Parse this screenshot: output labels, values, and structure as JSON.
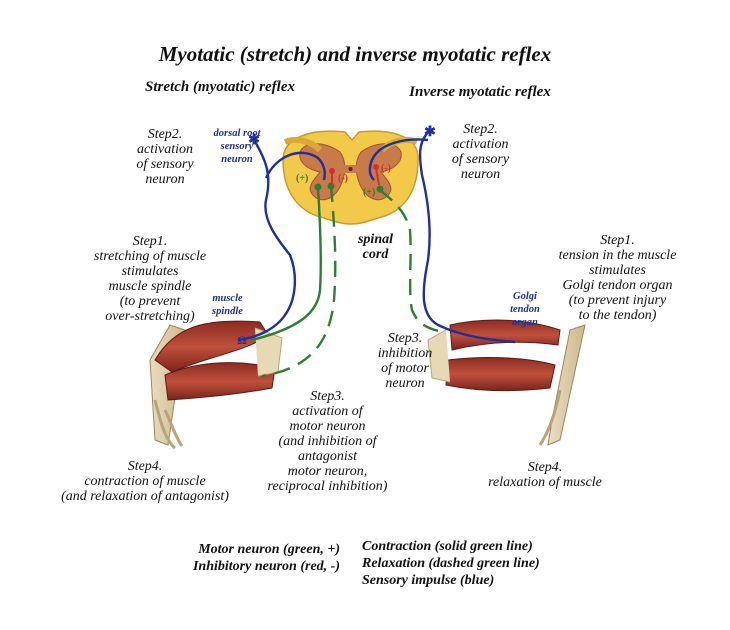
{
  "title": "Myotatic (stretch) and inverse myotatic reflex",
  "left_heading": "Stretch (myotatic) reflex",
  "right_heading": "Inverse myotatic reflex",
  "labels": {
    "dorsal_root": "dorsal root\nsensory\nneuron",
    "spinal_cord": "spinal\ncord",
    "muscle_spindle": "muscle\nspindle",
    "golgi": "Golgi\ntendon\norgan"
  },
  "left_steps": {
    "step2": "Step2.\nactivation\nof sensory\nneuron",
    "step1": "Step1.\nstretching of muscle\nstimulates\nmuscle spindle\n(to prevent\nover-stretching)",
    "step3": "Step3.\nactivation of\nmotor neuron\n(and inhibition of\nantagonist\nmotor neuron,\nreciprocal inhibition)",
    "step4": "Step4.\ncontraction of muscle\n(and relaxation of antagonist)"
  },
  "right_steps": {
    "step2": "Step2.\nactivation\nof sensory\nneuron",
    "step1": "Step1.\ntension in the muscle\nstimulates\nGolgi tendon organ\n(to prevent injury\nto the tendon)",
    "step3": "Step3.\ninhibition\nof motor\nneuron",
    "step4": "Step4.\nrelaxation  of muscle"
  },
  "synapse_signs": {
    "left_plus": "(+)",
    "left_minus": "(-)",
    "right_minus": "(-)",
    "right_plus": "(+)"
  },
  "legend": {
    "motor": "Motor neuron (green, +)",
    "inhibitory": "Inhibitory neuron (red, -)",
    "contraction": "Contraction (solid green line)",
    "relaxation": "Relaxation (dashed green line)",
    "sensory": "Sensory impulse (blue)"
  },
  "colors": {
    "sensory": "#1f2f9c",
    "motor": "#2e7d32",
    "inhibitory": "#d32f2f",
    "cord_white": "#f3c94a",
    "cord_grey": "#c77a4a"
  }
}
